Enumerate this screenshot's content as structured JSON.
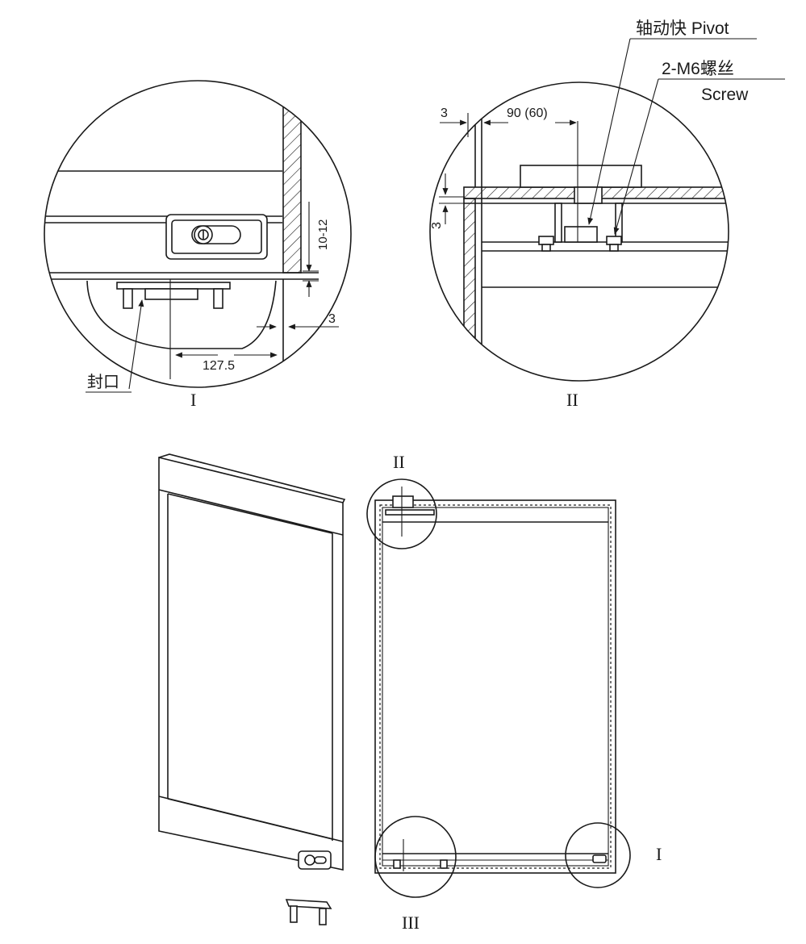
{
  "detail_views": [
    {
      "id": "I",
      "label": "I",
      "dimensions": [
        "10-12",
        "3",
        "127.5"
      ],
      "callout": "封口"
    },
    {
      "id": "II",
      "label": "II",
      "dimensions": [
        "3",
        "90 (60)",
        "3"
      ],
      "callouts": {
        "pivot": "轴动快 Pivot",
        "screw_line1": "2-M6螺丝",
        "screw_line2": "Screw"
      }
    }
  ],
  "overview_labels": {
    "top_detail": "II",
    "right_detail": "I",
    "bottom_detail": "III"
  }
}
